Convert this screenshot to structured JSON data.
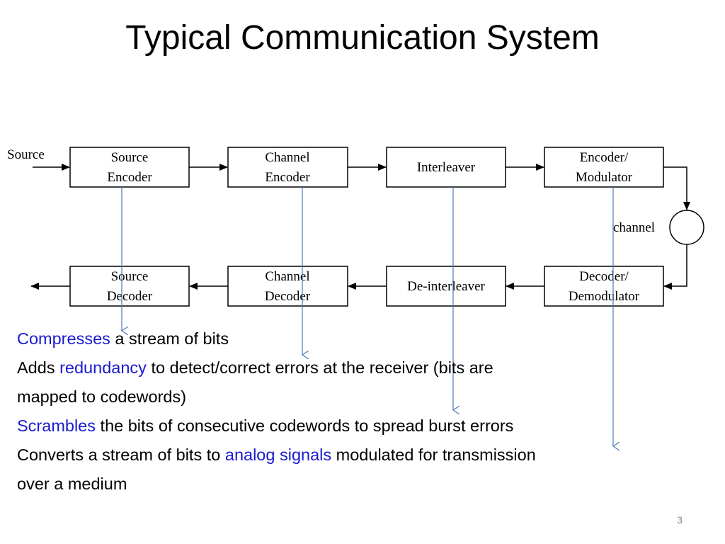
{
  "slide": {
    "title": "Typical Communication System",
    "page_number": "3"
  },
  "diagram": {
    "source_label": "Source",
    "channel_label": "channel",
    "top_row": {
      "source_encoder": [
        "Source",
        "Encoder"
      ],
      "channel_encoder": [
        "Channel",
        "Encoder"
      ],
      "interleaver": [
        "Interleaver"
      ],
      "encoder_modulator": [
        "Encoder/",
        "Modulator"
      ]
    },
    "bottom_row": {
      "source_decoder": [
        "Source",
        "Decoder"
      ],
      "channel_decoder": [
        "Channel",
        "Decoder"
      ],
      "deinterleaver": [
        "De-interleaver"
      ],
      "decoder_demodulator": [
        "Decoder/",
        "Demodulator"
      ]
    },
    "colors": {
      "lead_line": "#4a78b5",
      "highlight": "#1a1ad0"
    }
  },
  "descriptions": {
    "compress": {
      "keyword": "Compresses",
      "rest": " a stream of bits"
    },
    "redundancy": {
      "prefix": "Adds ",
      "keyword": "redundancy",
      "rest": " to detect/correct errors at the receiver (bits are",
      "cont": "mapped to codewords)"
    },
    "scramble": {
      "keyword": "Scrambles",
      "rest": " the bits of consecutive codewords to spread burst errors"
    },
    "convert": {
      "prefix": "Converts a stream of bits to ",
      "keyword": "analog signals",
      "rest": " modulated for transmission",
      "cont": "over a medium"
    }
  }
}
